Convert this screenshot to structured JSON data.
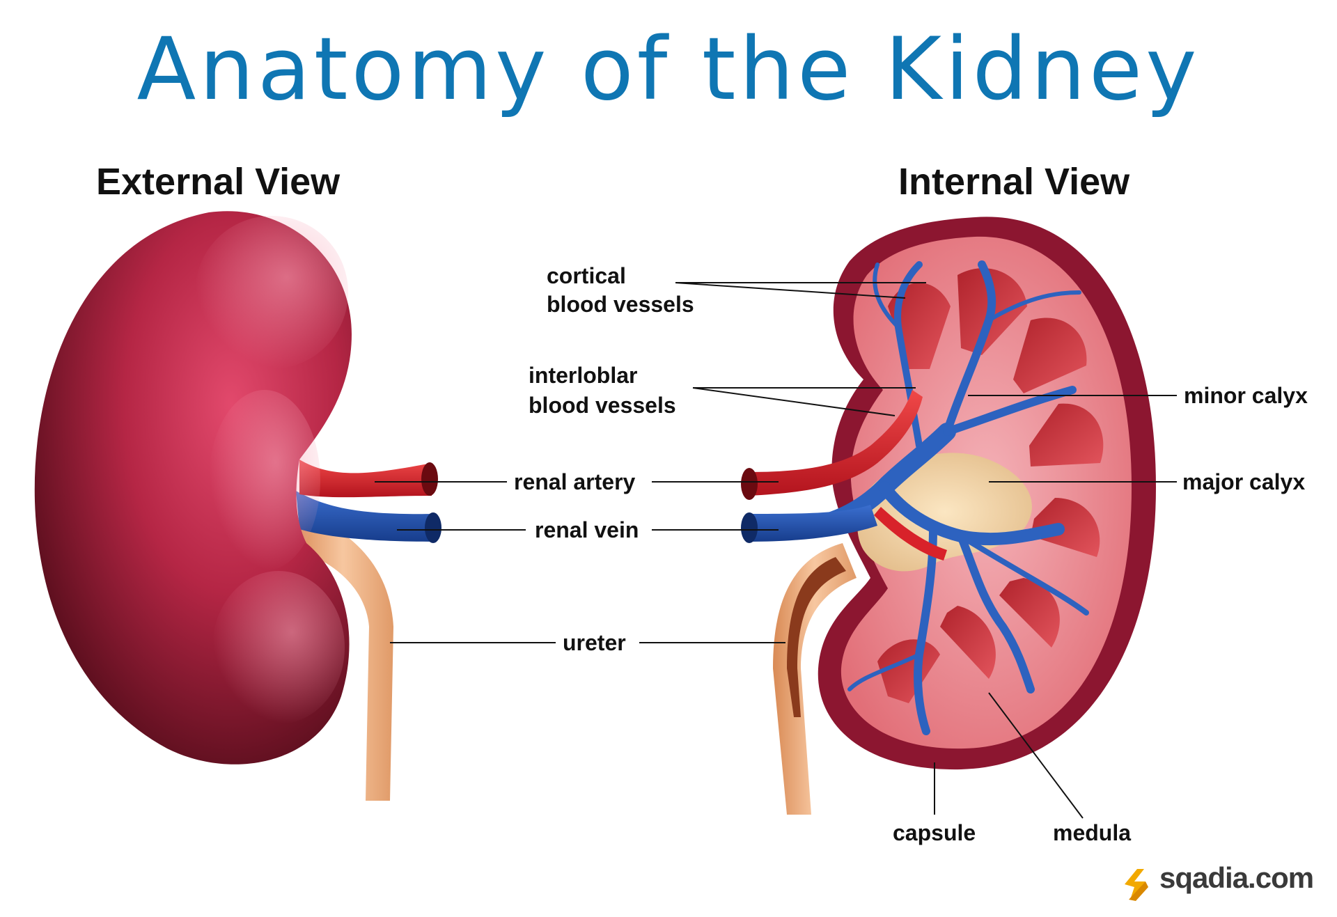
{
  "title": "Anatomy of the Kidney",
  "views": {
    "external": "External View",
    "internal": "Internal View"
  },
  "labels": {
    "cortical_line1": "cortical",
    "cortical_line2": "blood vessels",
    "interloblar_line1": "interloblar",
    "interloblar_line2": "blood vessels",
    "renal_artery": "renal artery",
    "renal_vein": "renal vein",
    "ureter": "ureter",
    "minor_calyx": "minor calyx",
    "major_calyx": "major calyx",
    "capsule": "capsule",
    "medula": "medula"
  },
  "brand": "sqadia.com",
  "colors": {
    "title": "#0f76b3",
    "kidney": "#9e1a35",
    "artery": "#d8222a",
    "vein": "#1f4fa8",
    "ureter": "#e7a97a",
    "logo": "#f2a900"
  }
}
